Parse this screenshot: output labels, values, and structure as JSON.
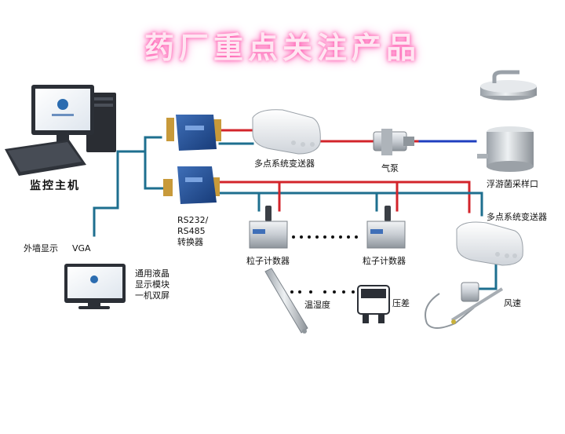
{
  "title": "药厂重点关注产品",
  "labels": {
    "host": "监控主机",
    "wall_display": "外墙显示",
    "vga": "VGA",
    "lcd_line1": "通用液晶",
    "lcd_line2": "显示模块",
    "lcd_line3": "一机双屏",
    "converter_line1": "RS232/",
    "converter_line2": "RS485",
    "converter_line3": "转换器",
    "transmitter_top": "多点系统变送器",
    "pump": "气泵",
    "sampler": "浮游菌采样口",
    "transmitter_right": "多点系统变送器",
    "counter1": "粒子计数器",
    "counter2": "粒子计数器",
    "temp_humidity": "温湿度",
    "pressure": "压差",
    "wind_speed": "风速"
  },
  "colors": {
    "red_line": "#d3242b",
    "teal_line": "#1e6f8f",
    "blue_line": "#1f3fbf",
    "title_glow": "#ff7fc4"
  }
}
